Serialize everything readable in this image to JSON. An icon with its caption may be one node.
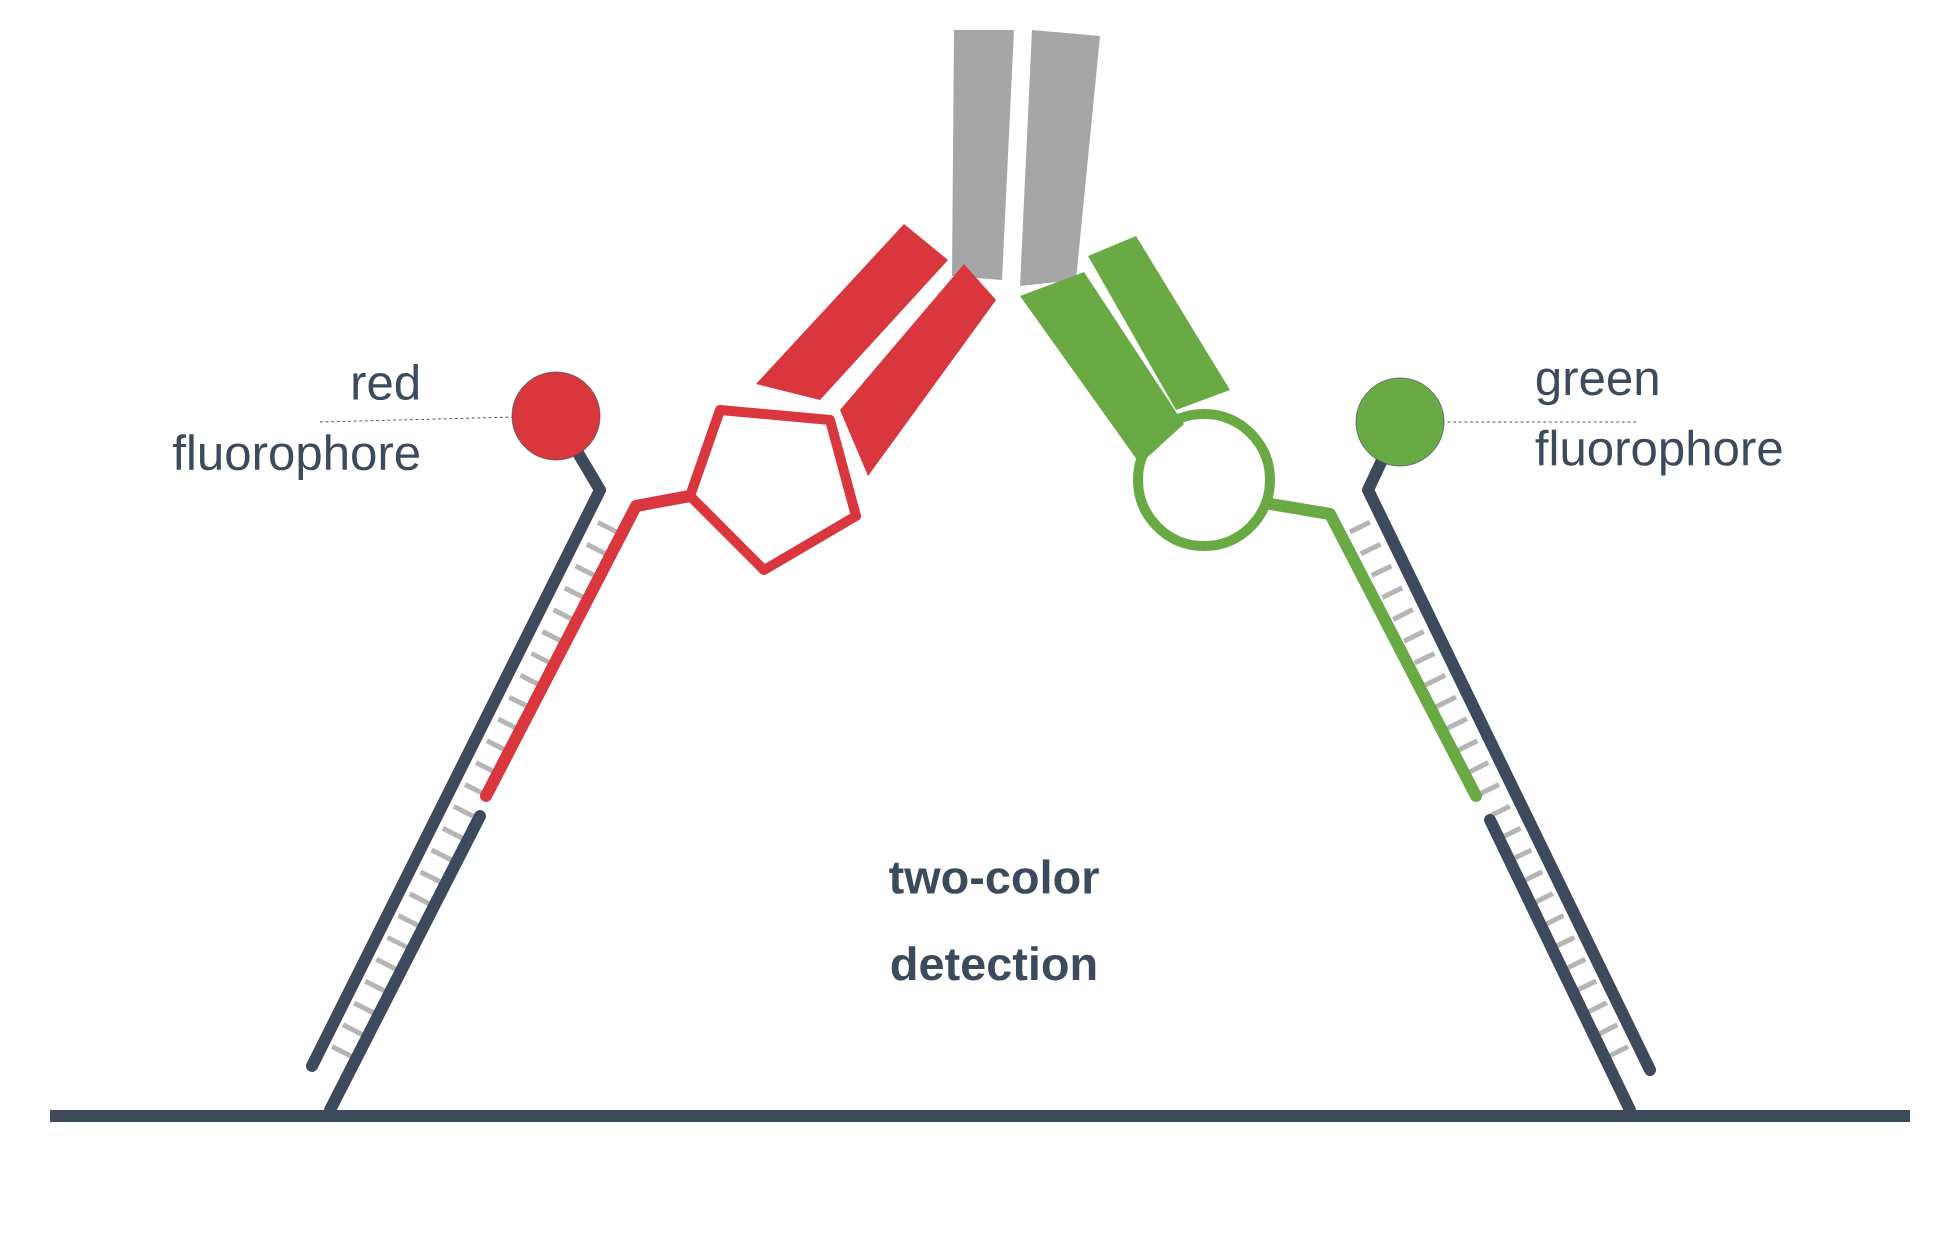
{
  "diagram": {
    "nodes": [
      {
        "text": [
          "red fluorophore"
        ]
      },
      {
        "text": [],
        "shape": "circle"
      },
      {
        "text": [],
        "shape": "circle"
      },
      {
        "text": [
          "green fluorophore"
        ]
      }
    ],
    "edges": [
      {
        "from": 0,
        "to": 1,
        "arrow": "none",
        "style": "dashed"
      },
      {
        "from": 3,
        "to": 2,
        "arrow": "none",
        "style": "dashed"
      }
    ],
    "labels": [
      "two-color detection"
    ]
  }
}
